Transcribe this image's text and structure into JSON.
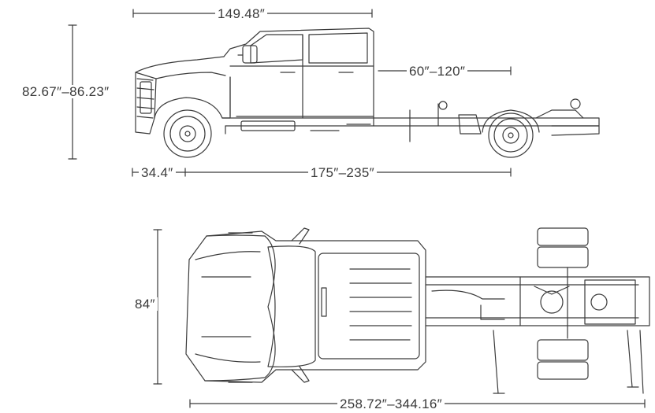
{
  "dimensions": {
    "cab_length": "149.48″",
    "frame_extension": "60″–120″",
    "overall_height": "82.67″–86.23″",
    "front_overhang": "34.4″",
    "wheelbase": "175″–235″",
    "overall_width": "84″",
    "overall_length": "258.72″–344.16″"
  },
  "colors": {
    "line": "#3a3a3a",
    "background": "#ffffff"
  }
}
